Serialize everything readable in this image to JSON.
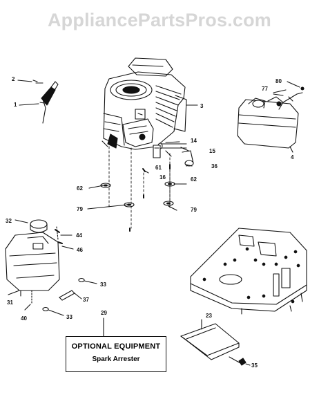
{
  "watermark": "AppliancePartsPros.com",
  "callouts": {
    "c80": "80",
    "c77": "77",
    "c2": "2",
    "c1": "1",
    "c3": "3",
    "c4": "4",
    "c14": "14",
    "c15": "15",
    "c61": "61",
    "c16": "16",
    "c36": "36",
    "c62a": "62",
    "c62b": "62",
    "c79a": "79",
    "c79b": "79",
    "c32": "32",
    "c44": "44",
    "c46": "46",
    "c33a": "33",
    "c33b": "33",
    "c31": "31",
    "c37": "37",
    "c40": "40",
    "c29": "29",
    "c23": "23",
    "c35": "35"
  },
  "optional_box": {
    "title": "OPTIONAL EQUIPMENT",
    "subtitle": "Spark Arrester"
  }
}
